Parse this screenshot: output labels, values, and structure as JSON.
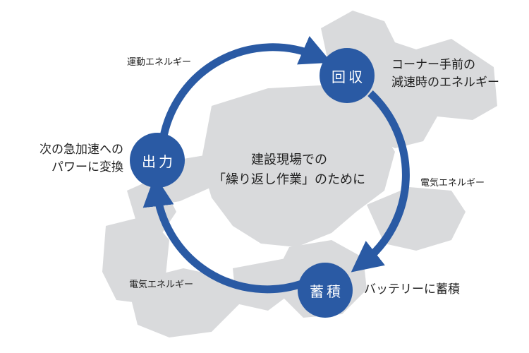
{
  "colors": {
    "accent": "#2a5aa4",
    "silhouette": "#d9dadc",
    "text": "#222222"
  },
  "nodes": {
    "recover": "回収",
    "output": "出力",
    "store": "蓄積"
  },
  "edges": {
    "kinetic": "運動エネルギー",
    "electric_right": "電気エネルギー",
    "electric_left": "電気エネルギー"
  },
  "descriptions": {
    "recover_line1": "コーナー手前の",
    "recover_line2": "減速時のエネルギー",
    "output_line1": "次の急加速への",
    "output_line2": "パワーに変換",
    "store": "バッテリーに蓄積"
  },
  "center": {
    "line1": "建設現場での",
    "line2": "「繰り返し作業」のために"
  },
  "icons": {
    "background": "excavator-silhouette"
  }
}
